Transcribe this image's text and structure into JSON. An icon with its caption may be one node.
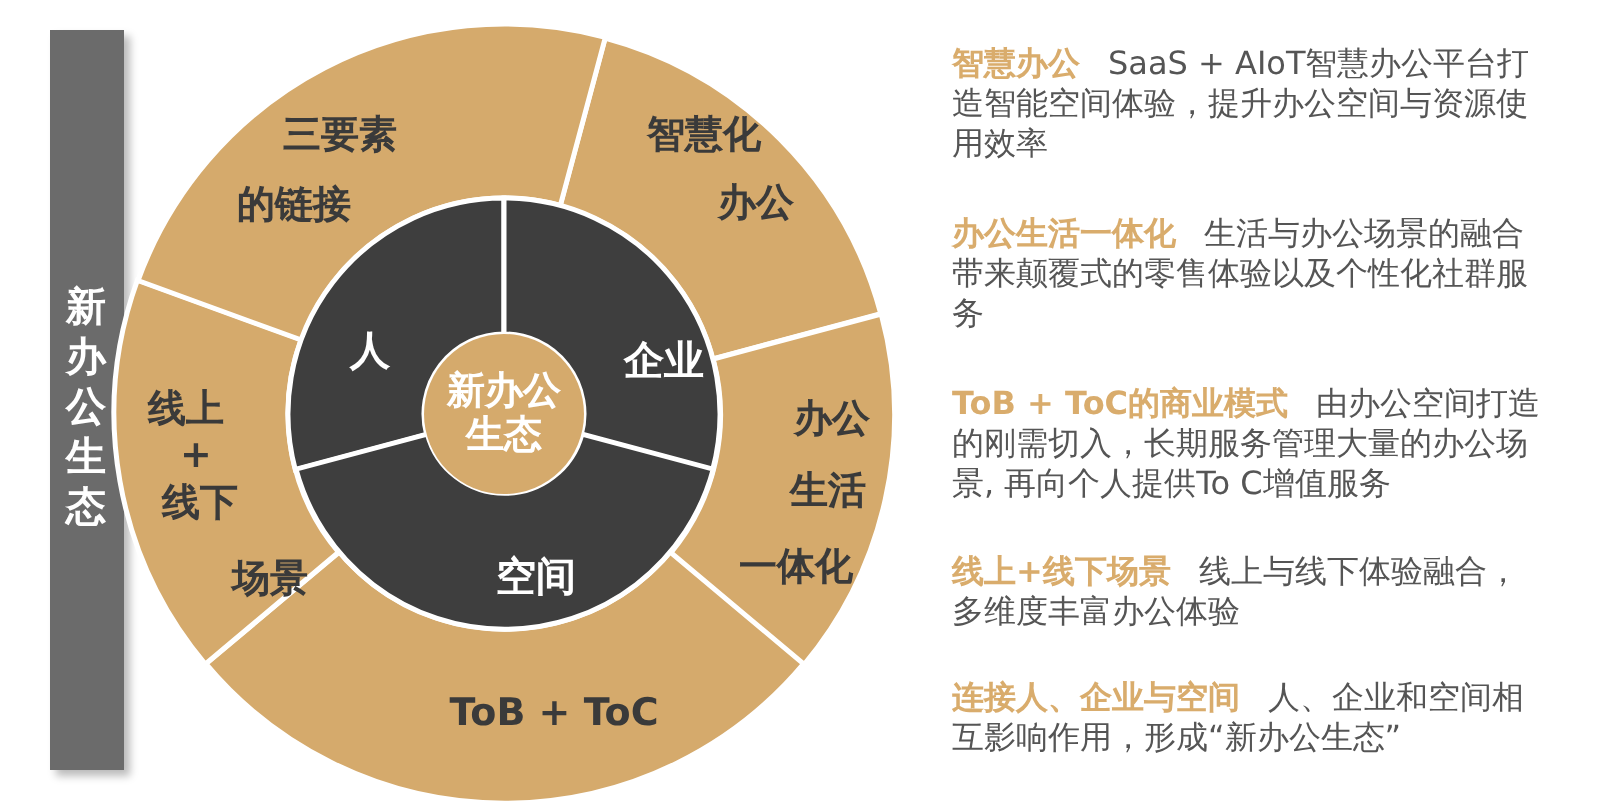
{
  "diagram": {
    "nodes": [
      {
        "text": [
          "新办公生态"
        ]
      },
      {
        "text": [
          "智慧化",
          "办公"
        ]
      },
      {
        "text": [
          "办公",
          "生活",
          "一体化"
        ]
      },
      {
        "text": [
          "ToB + ToC"
        ]
      },
      {
        "text": [
          "线上",
          "+",
          "线下",
          "场景"
        ]
      },
      {
        "text": [
          "三要素",
          "的链接"
        ]
      },
      {
        "text": [
          "人"
        ]
      },
      {
        "text": [
          "企业"
        ]
      },
      {
        "text": [
          "空间"
        ]
      },
      {
        "text": [
          "新办公",
          "生态"
        ]
      }
    ],
    "labels": [
      "智慧办公",
      "SaaS + AIoT智慧办公平台打造智能空间体验，提升办公空间与资源使用效率",
      "办公生活一体化",
      "生活与办公场景的融合带来颠覆式的零售体验以及个性化社群服务",
      "ToB + ToC的商业模式",
      "由办公空间打造的刚需切入，长期服务管理大量的办公场景, 再向个人提供To C增值服务",
      "线上+线下场景",
      "线上与线下体验融合，多维度丰富办公体验",
      "连接人、企业与空间",
      "人、企业和空间相互影响作用，形成“新办公生态”"
    ]
  }
}
